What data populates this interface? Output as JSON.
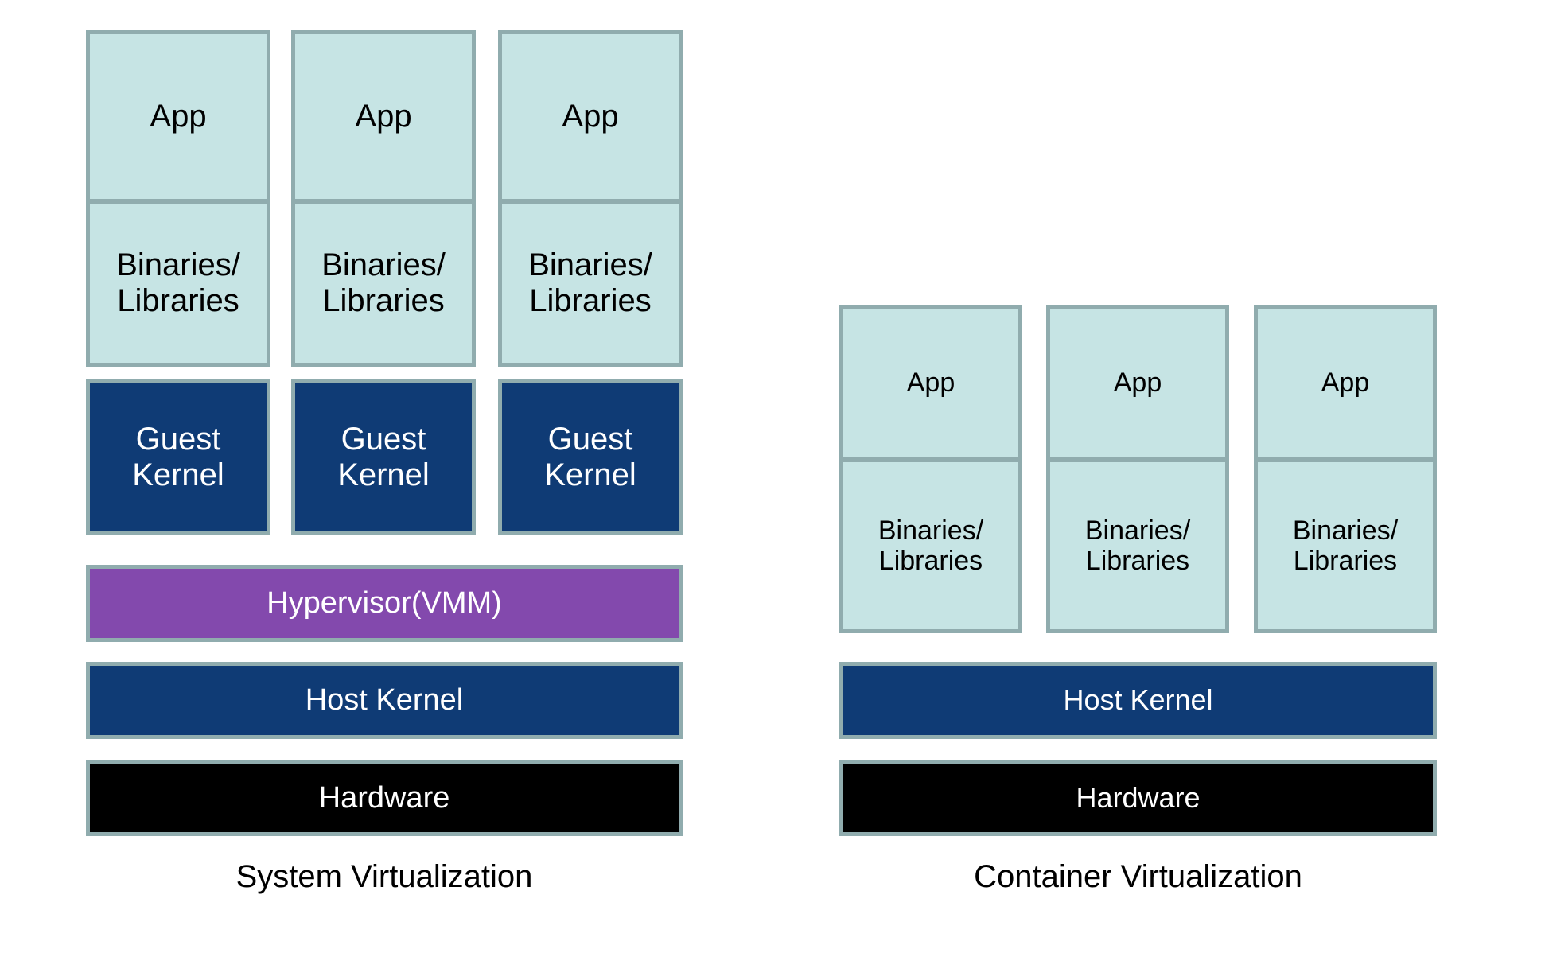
{
  "colors": {
    "light_fill": "#c6e4e4",
    "border": "#90acae",
    "navy": "#0f3b75",
    "purple": "#8349ad",
    "black": "#000000",
    "background": "#ffffff",
    "text_dark": "#000000",
    "text_light": "#ffffff"
  },
  "diagrams": [
    {
      "id": "system-virtualization",
      "caption": "System Virtualization",
      "columns": [
        {
          "app": "App",
          "libs": "Binaries/\nLibraries",
          "kernel": "Guest\nKernel"
        },
        {
          "app": "App",
          "libs": "Binaries/\nLibraries",
          "kernel": "Guest\nKernel"
        },
        {
          "app": "App",
          "libs": "Binaries/\nLibraries",
          "kernel": "Guest\nKernel"
        }
      ],
      "bands": [
        {
          "id": "hypervisor",
          "label": "Hypervisor(VMM)",
          "style": "purple"
        },
        {
          "id": "host-kernel",
          "label": "Host Kernel",
          "style": "navy"
        },
        {
          "id": "hardware",
          "label": "Hardware",
          "style": "black"
        }
      ]
    },
    {
      "id": "container-virtualization",
      "caption": "Container Virtualization",
      "columns": [
        {
          "app": "App",
          "libs": "Binaries/\nLibraries"
        },
        {
          "app": "App",
          "libs": "Binaries/\nLibraries"
        },
        {
          "app": "App",
          "libs": "Binaries/\nLibraries"
        }
      ],
      "bands": [
        {
          "id": "host-kernel",
          "label": "Host Kernel",
          "style": "navy"
        },
        {
          "id": "hardware",
          "label": "Hardware",
          "style": "black"
        }
      ]
    }
  ]
}
